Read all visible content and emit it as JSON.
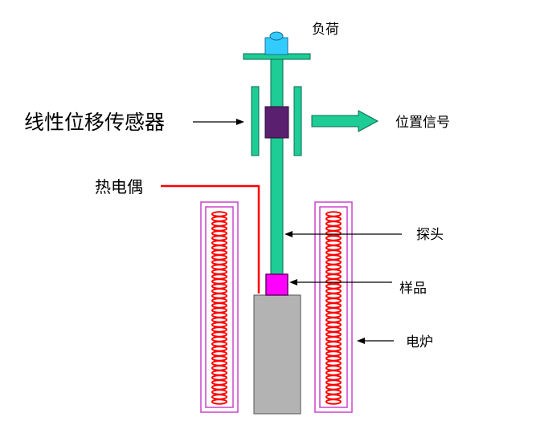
{
  "labels": {
    "load": "负荷",
    "lvdt": "线性位移传感器",
    "position_signal": "位置信号",
    "thermocouple": "热电偶",
    "probe": "探头",
    "sample": "样品",
    "furnace": "电炉"
  },
  "colors": {
    "rod": "#1ECC96",
    "rod_stroke": "#0B6B4E",
    "load_weight": "#33CCFF",
    "lvdt_core": "#5A1F6E",
    "thermocouple_wire": "#FF0000",
    "coil": "#FF0000",
    "furnace_frame": "#CC44CC",
    "sample": "#FF00FF",
    "support": "#B3B3B3",
    "arrow": "#000000"
  },
  "icons": {
    "signal_arrow": "block-arrow-right"
  }
}
